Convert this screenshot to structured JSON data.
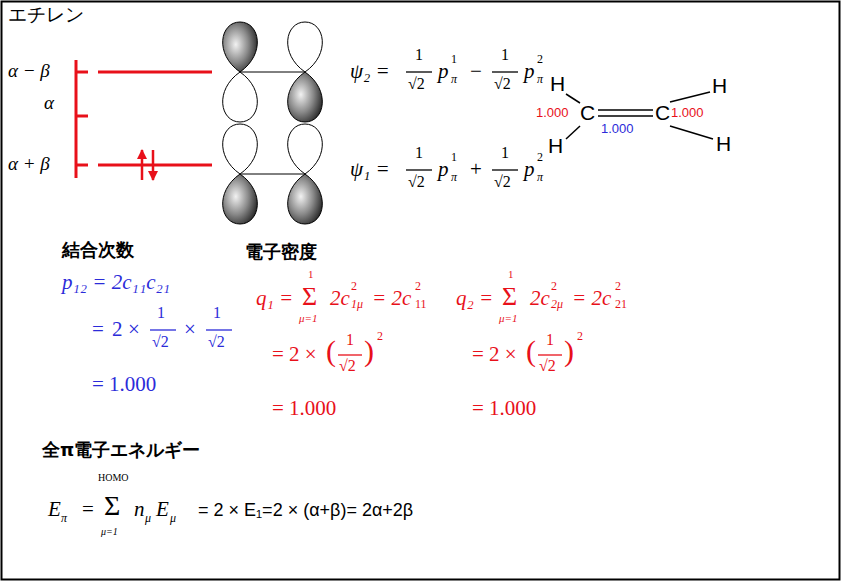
{
  "diagram": {
    "title": "エチレン",
    "labels": [
      "α − β",
      "α",
      "α + β",
      "ψ₂ =",
      "1",
      "√2",
      "p",
      "1",
      "π",
      "−",
      "1",
      "√2",
      "p",
      "2",
      "π",
      "ψ₁ =",
      "1",
      "√2",
      "p",
      "1",
      "π",
      "+",
      "1",
      "√2",
      "p",
      "2",
      "π",
      "H",
      "H",
      "C",
      "C",
      "H",
      "H",
      "1.000",
      "1.000",
      "1.000",
      "結合次数",
      "p₁₂ = 2c₁₁c₂₁",
      "=",
      "2",
      "×",
      "1",
      "√2",
      "×",
      "1",
      "√2",
      "= 1.000",
      "電子密度",
      "q₁ =",
      "Σ",
      "1",
      "μ=1",
      "2c",
      "2",
      "1μ",
      "= 2c",
      "2",
      "11",
      "q₂ =",
      "Σ",
      "1",
      "μ=1",
      "2c",
      "2",
      "2μ",
      "= 2c",
      "2",
      "21",
      "= 2 ×",
      "(",
      "1",
      "√2",
      ")",
      "2",
      "= 2 ×",
      "(",
      "1",
      "√2",
      ")",
      "2",
      "= 1.000",
      "= 1.000",
      "全π電子エネルギー",
      "E",
      "π",
      "=",
      "HOMO",
      "Σ",
      "μ=1",
      "n",
      "μ",
      "E",
      "μ",
      "= 2 × E₁=2 × (α+β)= 2α+2β"
    ]
  }
}
